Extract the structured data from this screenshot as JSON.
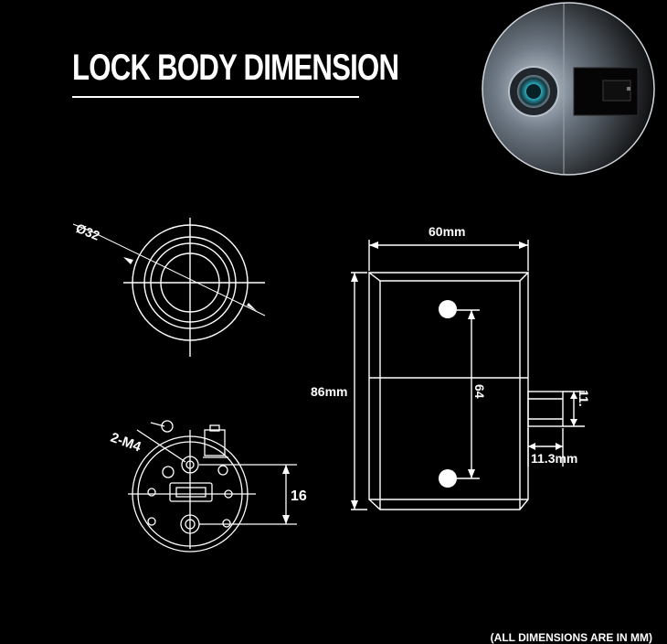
{
  "title": "LOCK BODY DIMENSION",
  "footnote": "(ALL DIMENSIONS ARE IN MM)",
  "front_view": {
    "diameter_label": "Ø32"
  },
  "back_view": {
    "screw_label": "2-M4",
    "height_label": "16"
  },
  "side_view": {
    "width_label": "60mm",
    "height_label": "86mm",
    "hole_spacing_label": "64",
    "tab_width_label": "11.3mm",
    "tab_height_label": "11."
  },
  "colors": {
    "background": "#000000",
    "line": "#ffffff",
    "inset_glow": "#5a6470",
    "lens": "#2fa6b8"
  }
}
